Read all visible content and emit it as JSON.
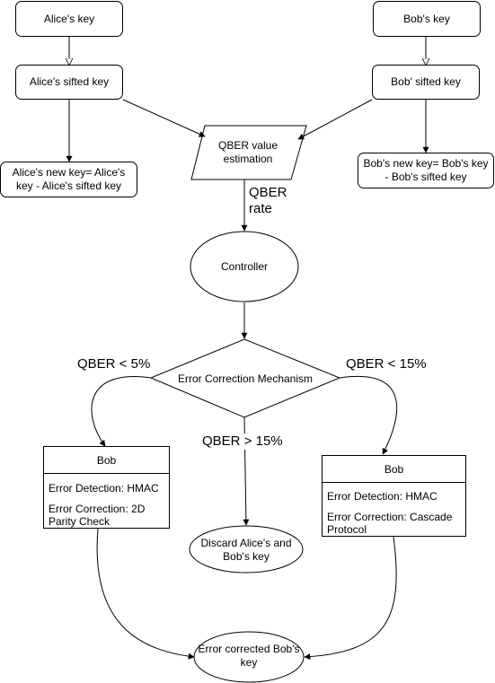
{
  "nodes": {
    "alice_key": "Alice's key",
    "bob_key": "Bob's key",
    "alice_sifted": "Alice's sifted key",
    "bob_sifted": "Bob' sifted key",
    "qber_estimation": "QBER value estimation",
    "alice_new_key": "Alice's new key= Alice's key - Alice's sifted key",
    "bob_new_key": "Bob's new key= Bob's key - Bob's sifted key",
    "controller": "Controller",
    "ecm": "Error Correction Mechanism",
    "discard": "Discard Alice's and Bob's key",
    "error_corrected": "Error corrected Bob's key"
  },
  "edge_labels": {
    "qber_rate": "QBER rate",
    "lt5": "QBER < 5%",
    "lt15": "QBER < 15%",
    "gt15": "QBER > 15%"
  },
  "cards": {
    "left": {
      "title": "Bob",
      "detection": "Error Detection: HMAC",
      "correction": "Error Correction: 2D Parity Check"
    },
    "right": {
      "title": "Bob",
      "detection": "Error Detection: HMAC",
      "correction": "Error Correction:  Cascade Protocol"
    }
  }
}
